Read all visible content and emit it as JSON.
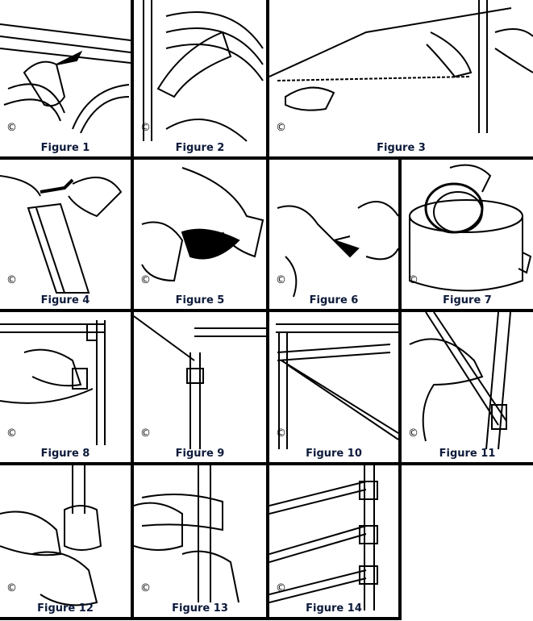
{
  "copyright_symbol": "©",
  "figures": [
    {
      "caption": "Figure 1"
    },
    {
      "caption": "Figure 2"
    },
    {
      "caption": "Figure 3"
    },
    {
      "caption": "Figure 4"
    },
    {
      "caption": "Figure 5"
    },
    {
      "caption": "Figure 6"
    },
    {
      "caption": "Figure 7"
    },
    {
      "caption": "Figure 8"
    },
    {
      "caption": "Figure 9"
    },
    {
      "caption": "Figure 10"
    },
    {
      "caption": "Figure 11"
    },
    {
      "caption": "Figure 12"
    },
    {
      "caption": "Figure 13"
    },
    {
      "caption": "Figure 14"
    }
  ]
}
